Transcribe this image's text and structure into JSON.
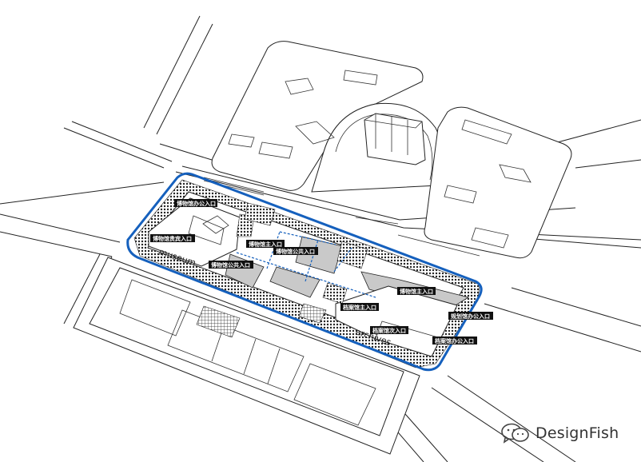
{
  "labels": {
    "museum_office_entrance": "博物馆办公入口",
    "museum_vip_entrance": "博物馆贵宾入口",
    "museum_main_entrance_left": "博物馆主入口",
    "museum_public_entrance_mid": "博物馆公共入口",
    "museum_public_entrance_left": "博物馆公共入口",
    "museum_main_entrance_right": "博物馆主入口",
    "archives_main_entrance": "档案馆主入口",
    "planning_office_entrance": "规划馆办公入口",
    "archives_secondary_entrance": "档案馆次入口",
    "archives_office_entrance": "档案馆办公入口"
  },
  "building_words": {
    "museum": "museum",
    "archives": "archives"
  },
  "watermark": {
    "text": "DesignFish",
    "icon": "wechat-icon"
  },
  "colors": {
    "site_boundary": "#1560bd",
    "label_bg": "#111111",
    "label_text": "#ffffff",
    "paving": "#c9c9c9"
  }
}
